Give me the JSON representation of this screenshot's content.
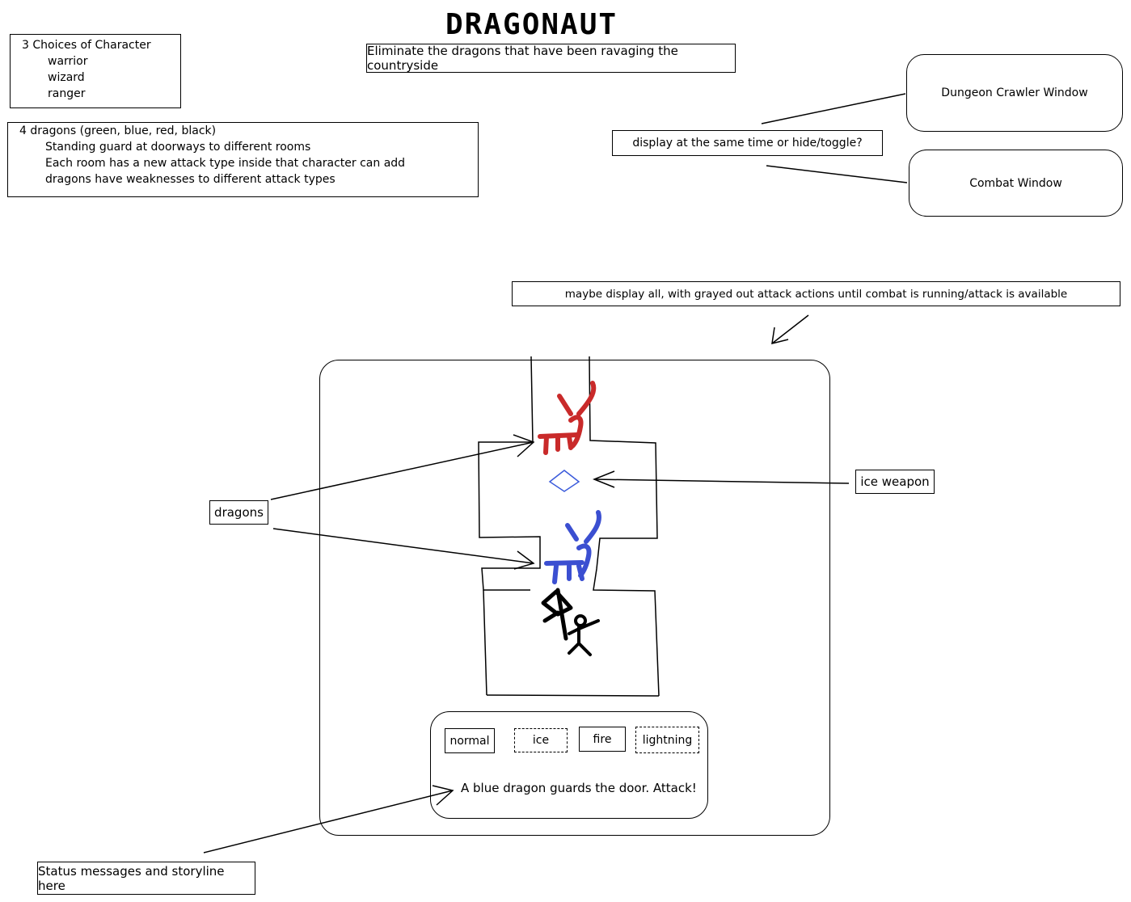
{
  "title": "DRAGONAUT",
  "subtitle": "Eliminate the dragons that have been ravaging the countryside",
  "characters_note": {
    "heading": "3 Choices of Character",
    "items": [
      "warrior",
      "wizard",
      "ranger"
    ]
  },
  "dragons_note": {
    "heading": "4 dragons (green, blue, red, black)",
    "items": [
      "Standing guard at doorways to different rooms",
      "Each room has a new attack type inside that character can add",
      "dragons have weaknesses to different attack types"
    ]
  },
  "windows": {
    "dungeon": "Dungeon Crawler Window",
    "combat": "Combat Window",
    "toggle_note": "display at the same time or hide/toggle?"
  },
  "display_note": "maybe display all, with grayed out attack actions until combat is running/attack is available",
  "labels": {
    "dragons": "dragons",
    "ice_weapon": "ice weapon",
    "status_note": "Status messages and storyline here"
  },
  "combat_panel": {
    "attacks": [
      "normal",
      "ice",
      "fire",
      "lightning"
    ],
    "status_message": "A blue dragon guards the door. Attack!"
  },
  "colors": {
    "red_dragon": "#c92a2a",
    "blue_dragon": "#3b4fd1",
    "ice_weapon": "#3b5bdb"
  }
}
